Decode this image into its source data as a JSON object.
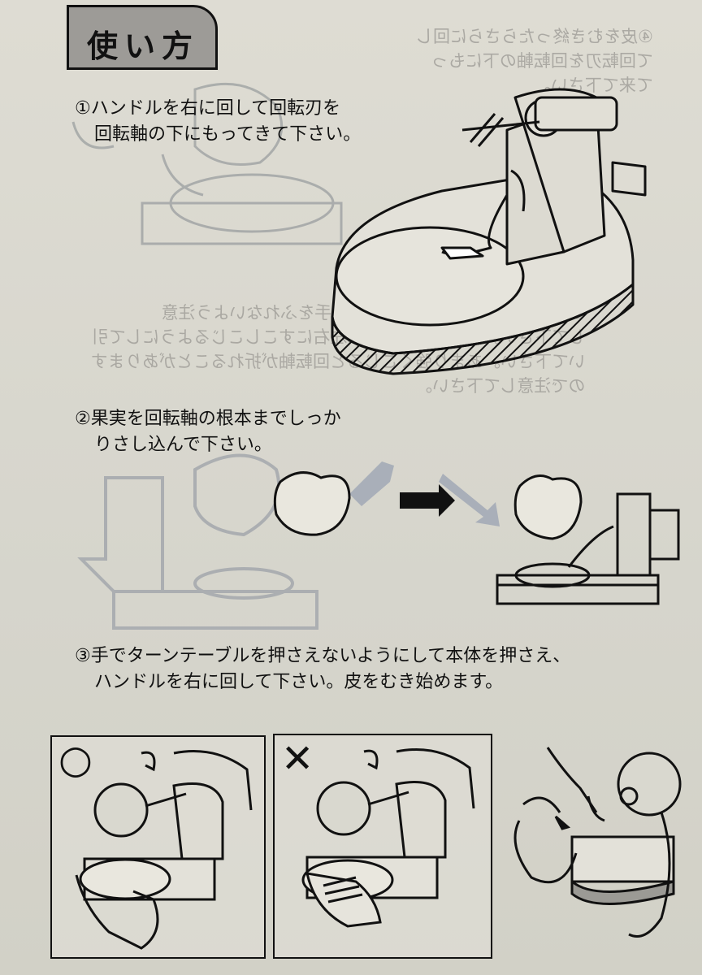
{
  "title": "使い方",
  "steps": [
    {
      "number": "①",
      "line1": "ハンドルを右に回して回転刃を",
      "line2": "回転軸の下にもってきて下さい。"
    },
    {
      "number": "②",
      "line1": "果実を回転軸の根本までしっか",
      "line2": "りさし込んで下さい。"
    },
    {
      "number": "③",
      "line1": "手でターンテーブルを押さえないようにして本体を押さえ、",
      "line2": "ハンドルを右に回して下さい。皮をむき始めます。"
    }
  ],
  "show_through": {
    "a": [
      "④皮をむき終ったらさらに回し",
      "て回転刃を回転軸の下にもっ",
      "て来て下さい。"
    ],
    "b": [
      "⑤果実をむいている時は回転刃に手をふれないよう注意",
      "して下さい。はずしにくい時は左右にすこしこじるようにして引",
      "いて下さい。あまり強くこじると回転軸が折れることがあります",
      "ので注意して下さい。"
    ]
  },
  "marks": {
    "ok": "○",
    "ng": "✕"
  },
  "colors": {
    "paper": "#dedcd3",
    "ink": "#111111",
    "arrow_gray": "#a9afb9",
    "tab_gray": "#9d9b97"
  }
}
